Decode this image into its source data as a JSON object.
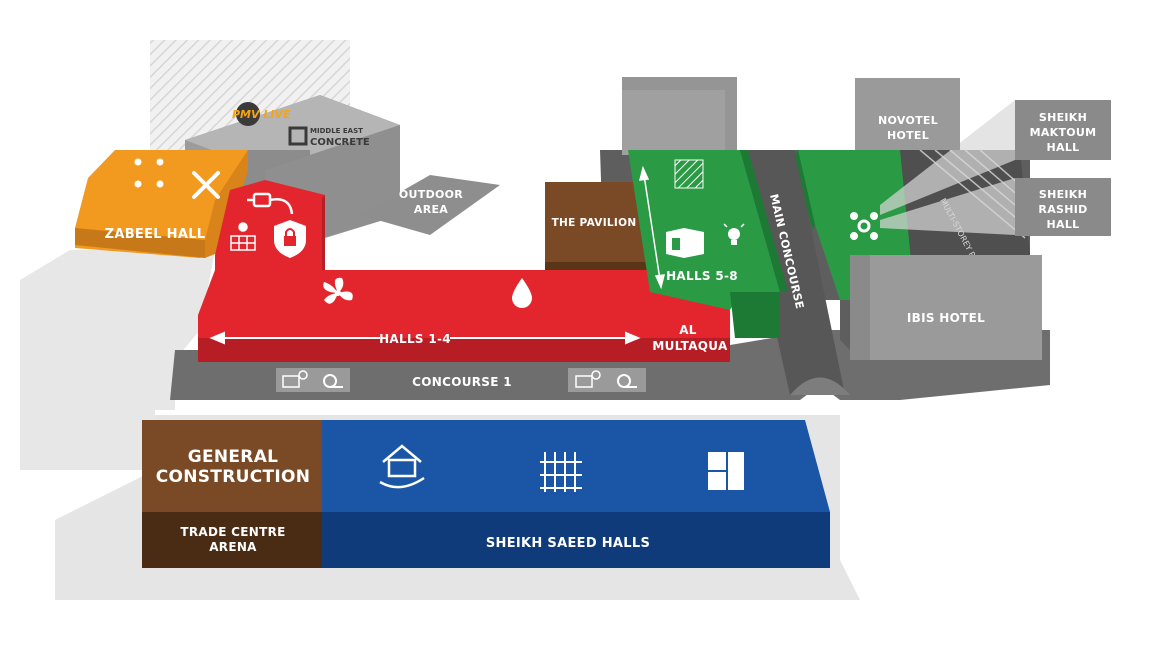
{
  "map": {
    "venues": {
      "zabeel_hall": "ZABEEL HALL",
      "outdoor_area": [
        "OUTDOOR",
        "AREA"
      ],
      "the_pavilion": "THE PAVILION",
      "halls_1_4": "HALLS 1-4",
      "al_multaqua": [
        "AL",
        "MULTAQUA"
      ],
      "concourse_1": "CONCOURSE 1",
      "halls_5_8": "HALLS 5-8",
      "main_concourse": "MAIN CONCOURSE",
      "multi_storey_parking": "MULTI-STOREY PARKING",
      "novotel_hotel": [
        "NOVOTEL",
        "HOTEL"
      ],
      "ibis_hotel": "IBIS HOTEL",
      "sheikh_maktoum_hall": [
        "SHEIKH",
        "MAKTOUM",
        "HALL"
      ],
      "sheikh_rashid_hall": [
        "SHEIKH",
        "RASHID",
        "HALL"
      ],
      "general_construction": [
        "GENERAL",
        "CONSTRUCTION"
      ],
      "trade_centre_arena": [
        "TRADE CENTRE",
        "ARENA"
      ],
      "sheikh_saeed_halls": "SHEIKH SAEED HALLS"
    },
    "logos": {
      "pmv_live": "PMV LIVE",
      "middle_east_concrete": [
        "MIDDLE EAST",
        "CONCRETE"
      ]
    },
    "icons": {
      "zabeel": [
        "bolts-icon",
        "tools-icon"
      ],
      "red_block": [
        "power-plug-icon",
        "solar-panel-icon",
        "security-shield-icon"
      ],
      "halls_1_4": [
        "fan-icon",
        "water-drop-icon"
      ],
      "concourse": [
        "machinery-icon",
        "tape-measure-icon"
      ],
      "halls_5_8": [
        "facade-pattern-icon",
        "building-interior-icon",
        "light-bulb-icon"
      ],
      "right_green": [
        "network-node-icon"
      ],
      "sheikh_saeed": [
        "green-house-icon",
        "scaffold-grid-icon",
        "panels-icon"
      ]
    },
    "colors": {
      "red": "#e3262e",
      "green": "#2a9a45",
      "orange": "#f29a1f",
      "blue": "#1b56a6",
      "brown": "#7a4a26",
      "gray": "#8a8a8a",
      "road": "#6a6a6a"
    }
  }
}
